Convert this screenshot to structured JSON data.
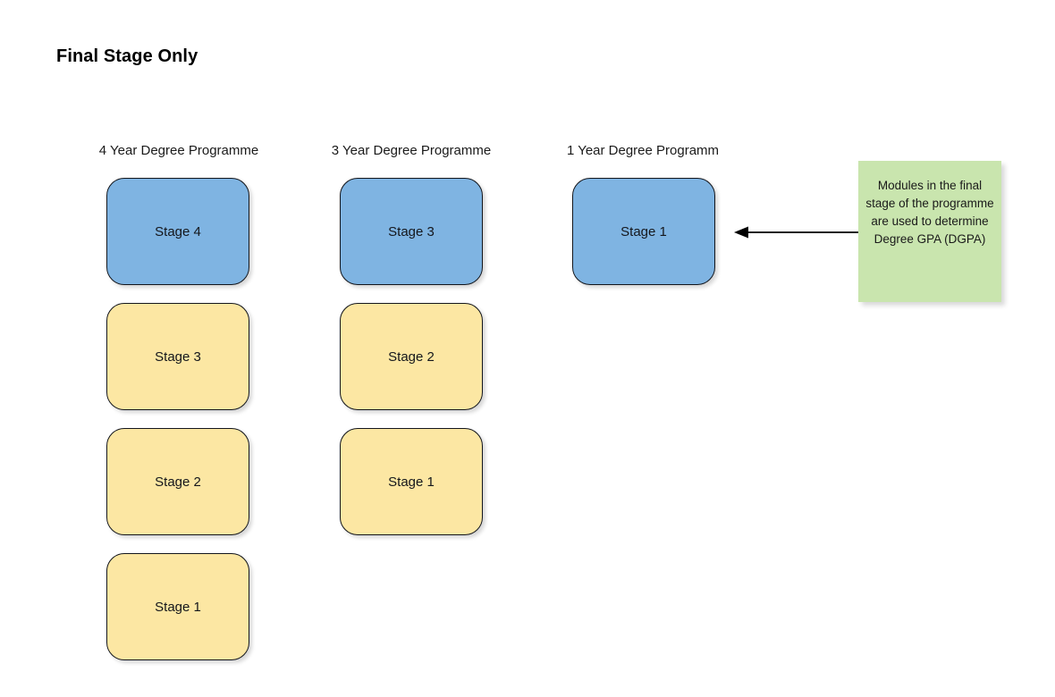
{
  "page": {
    "title": "Final Stage Only",
    "background_color": "#ffffff"
  },
  "colors": {
    "final_stage_fill": "#7fb4e2",
    "other_stage_fill": "#fce7a3",
    "note_fill": "#c9e5ae",
    "stroke": "#13161c",
    "text": "#1a1a1a"
  },
  "columns": [
    {
      "header": "4 Year Degree Programme",
      "boxes": [
        {
          "label": "Stage 4",
          "type": "final"
        },
        {
          "label": "Stage 3",
          "type": "other"
        },
        {
          "label": "Stage 2",
          "type": "other"
        },
        {
          "label": "Stage 1",
          "type": "other"
        }
      ]
    },
    {
      "header": "3 Year Degree Programme",
      "boxes": [
        {
          "label": "Stage 3",
          "type": "final"
        },
        {
          "label": "Stage 2",
          "type": "other"
        },
        {
          "label": "Stage 1",
          "type": "other"
        }
      ]
    },
    {
      "header": "1 Year Degree Programm",
      "boxes": [
        {
          "label": "Stage 1",
          "type": "final"
        }
      ]
    }
  ],
  "note": {
    "text": "Modules in the final stage of the programme are used to determine Degree GPA (DGPA)"
  },
  "connector": {
    "direction": "left",
    "from": "note",
    "to": "1-year-stage-1-box"
  }
}
